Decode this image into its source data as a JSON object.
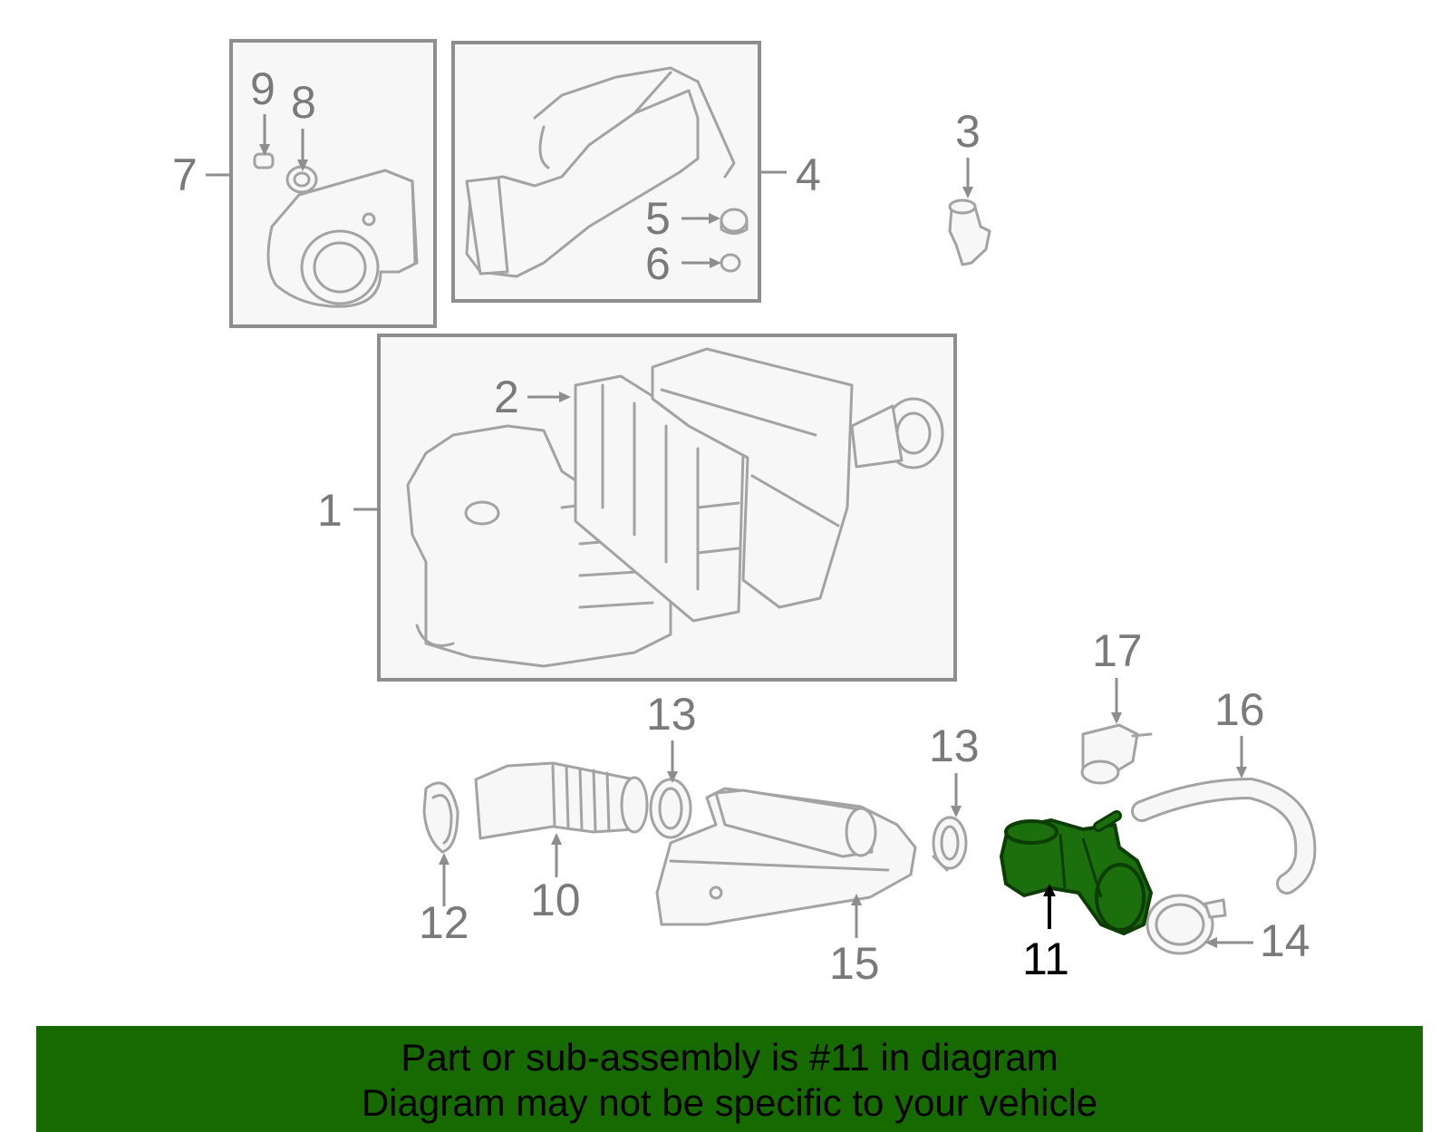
{
  "callouts": [
    "9",
    "8",
    "7",
    "4",
    "3",
    "5",
    "6",
    "2",
    "1",
    "17",
    "13",
    "13",
    "16",
    "12",
    "10",
    "15",
    "11",
    "14"
  ],
  "highlighted_part": "11",
  "colors": {
    "highlight_fill": "#1b6f0c",
    "banner_background": "#176a00",
    "part_outline": "#a3a3a3",
    "box_fill": "#f7f7f7"
  },
  "banner": {
    "line1": "Part or sub-assembly is #11 in diagram",
    "line2": "Diagram may not be specific to your vehicle"
  }
}
